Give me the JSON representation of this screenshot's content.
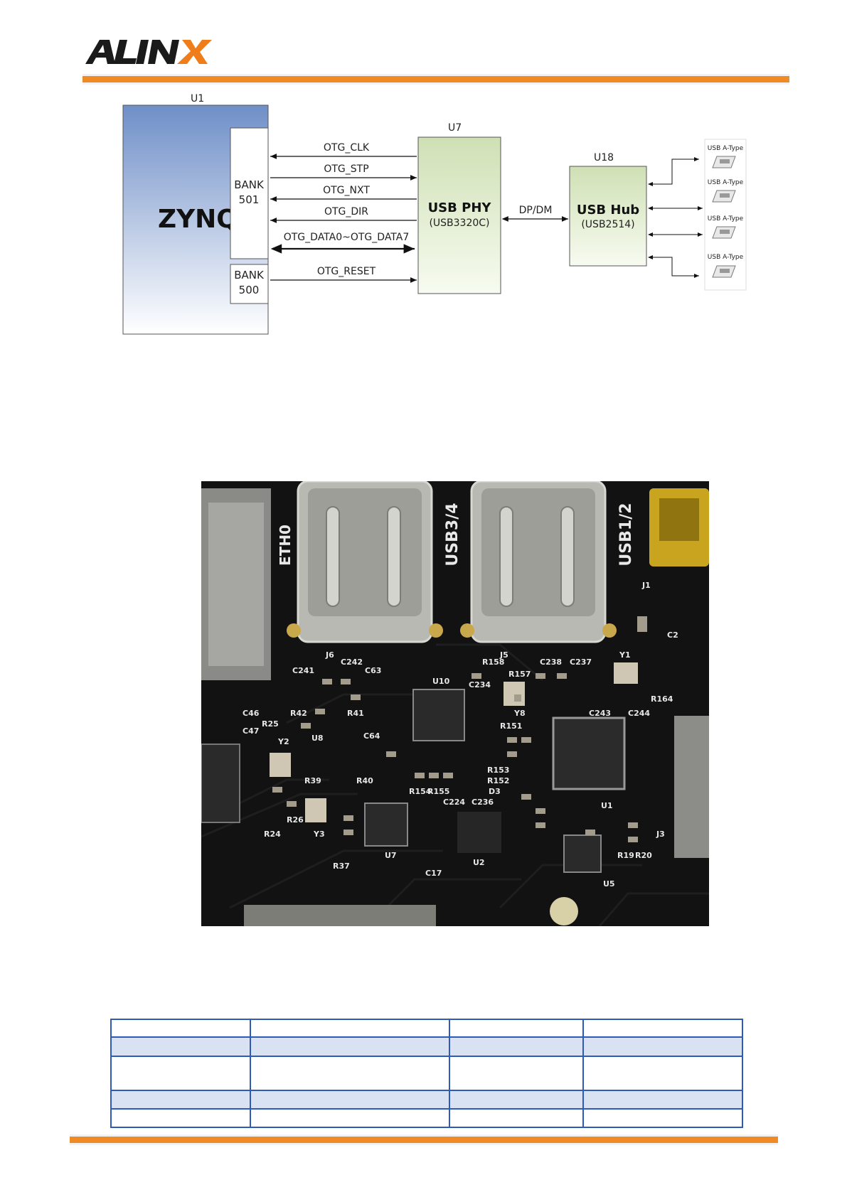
{
  "header": {
    "logo_text": "ALINX",
    "logo_colors": [
      "#1a1a1a",
      "#ef7d1a"
    ]
  },
  "diagram": {
    "u1": {
      "label": "U1",
      "chip": "ZYNQ",
      "bank501": "BANK\n501",
      "bank500": "BANK\n500"
    },
    "u7": {
      "label": "U7",
      "title": "USB PHY",
      "subtitle": "(USB3320C)"
    },
    "u18": {
      "label": "U18",
      "title": "USB Hub",
      "subtitle": "(USB2514)"
    },
    "signals": [
      "OTG_CLK",
      "OTG_STP",
      "OTG_NXT",
      "OTG_DIR",
      "OTG_DATA0~OTG_DATA7",
      "OTG_RESET"
    ],
    "link": "DP/DM",
    "ports": [
      "USB A-Type",
      "USB A-Type",
      "USB A-Type",
      "USB A-Type"
    ]
  },
  "photo": {
    "silk_left_port": "ETH0",
    "silk_usb34": "USB3/4",
    "silk_usb12": "USB1/2",
    "refs": [
      "J6",
      "J5",
      "J1",
      "U8",
      "U10",
      "U7",
      "U2",
      "U1",
      "U5",
      "J3",
      "Y2",
      "Y3",
      "Y8",
      "Y1",
      "C241",
      "C242",
      "C63",
      "R158",
      "C238",
      "C237",
      "R157",
      "C234",
      "R41",
      "R42",
      "R25",
      "C46",
      "C47",
      "C64",
      "R151",
      "C243",
      "C244",
      "R164",
      "C2",
      "R39",
      "R40",
      "R152",
      "R153",
      "R154",
      "R155",
      "C224",
      "C236",
      "R19",
      "R20",
      "R37",
      "R26",
      "R24",
      "C17",
      "D3"
    ]
  },
  "table": {
    "rows": 5,
    "cols": 4
  },
  "colors": {
    "accent": "#f08a24",
    "table_border": "#2f5bb5",
    "table_band": "#d9e2f3",
    "phy_fill": "#d6e5c0",
    "zynq_fill": "#7d99cc"
  }
}
